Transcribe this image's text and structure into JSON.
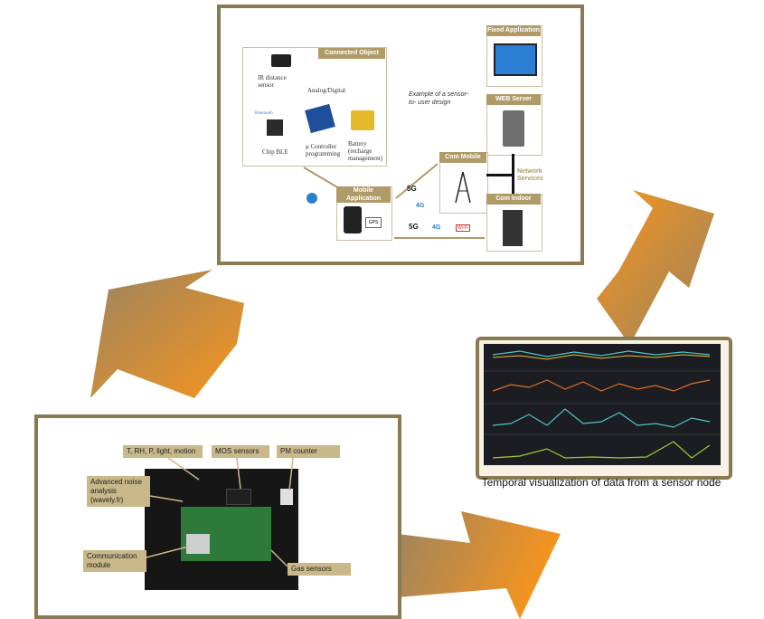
{
  "top_panel": {
    "connected_object_title": "Connected Object",
    "ir_label": "IR distance sensor",
    "analog_label": "Analog/Digital",
    "bluetooth_label": "Bluetooth",
    "chip_label": "Chip BLE",
    "controller_label": "μ Controller programming",
    "battery_label": "Battery (recharge management)",
    "example_text": "Example of a sensor-to- user design",
    "fixed_app_title": "Fixed Application",
    "web_server_title": "WEB Server",
    "com_mobile_title": "Com Mobile",
    "network_services": "Network Services",
    "com_indoor_title": "Com Indoor",
    "mobile_app_title": "Mobile Application",
    "gps_label": "GPS",
    "wifi_label": "Wi-Fi",
    "label_5g": "5G",
    "label_4g": "4G"
  },
  "bottom_panel": {
    "labels": {
      "t_rh": "T, RH, P, light, motion",
      "mos": "MOS sensors",
      "pm": "PM counter",
      "noise": "Advanced noise analysis (wavely.fr)",
      "comm": "Communication module",
      "gas": "Gas sensors"
    }
  },
  "right_panel": {
    "caption": "Temporal visualization of data from a sensor node"
  },
  "colors": {
    "frame": "#8a7a52",
    "gold_label": "#b09a68",
    "sensor_label": "#c8b88a",
    "arrow_orange": "#f7941d",
    "arrow_tan": "#a0875a"
  }
}
